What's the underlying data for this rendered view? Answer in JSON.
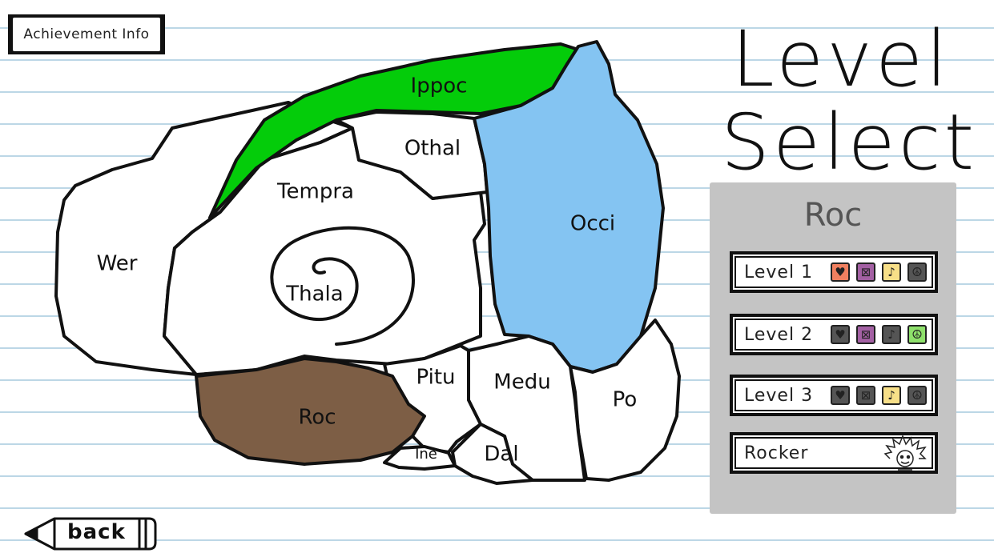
{
  "achievement_button": {
    "label": "Achievement Info"
  },
  "title": {
    "line1": "Level",
    "line2": "Select"
  },
  "regions": {
    "ippoc": "Ippoc",
    "othal": "Othal",
    "tempra": "Tempra",
    "occi": "Occi",
    "wer": "Wer",
    "thala": "Thala",
    "pitu": "Pitu",
    "medu": "Medu",
    "po": "Po",
    "roc": "Roc",
    "ine": "Ine",
    "dal": "Dal"
  },
  "region_colors": {
    "ippoc": "#04cc0a",
    "occi": "#84c4f2",
    "roc": "#7d5e45",
    "default": "#ffffff"
  },
  "panel": {
    "title": "Roc",
    "levels": [
      {
        "label": "Level 1",
        "badges": [
          {
            "icon": "heart-icon",
            "color": "#f08060"
          },
          {
            "icon": "crossed-square-icon",
            "color": "#a360a3"
          },
          {
            "icon": "note-icon",
            "color": "#f7df88"
          },
          {
            "icon": "peace-icon",
            "color": "#555555"
          }
        ]
      },
      {
        "label": "Level 2",
        "badges": [
          {
            "icon": "heart-icon",
            "color": "#555555"
          },
          {
            "icon": "crossed-square-icon",
            "color": "#a360a3"
          },
          {
            "icon": "note-icon",
            "color": "#555555"
          },
          {
            "icon": "peace-icon",
            "color": "#8ee06b"
          }
        ]
      },
      {
        "label": "Level 3",
        "badges": [
          {
            "icon": "heart-icon",
            "color": "#555555"
          },
          {
            "icon": "crossed-square-icon",
            "color": "#555555"
          },
          {
            "icon": "note-icon",
            "color": "#f7df88"
          },
          {
            "icon": "peace-icon",
            "color": "#555555"
          }
        ]
      }
    ],
    "boss": {
      "label": "Rocker",
      "icon": "spiky-hair-character-icon"
    }
  },
  "back_button": {
    "label": "back"
  }
}
